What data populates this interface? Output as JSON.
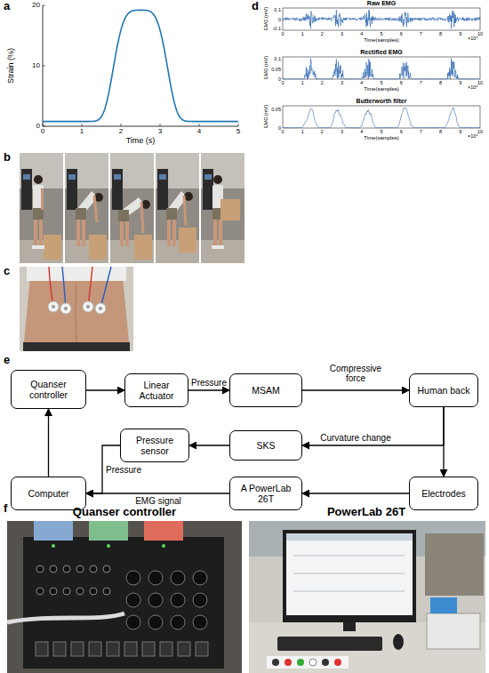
{
  "diagram": {
    "nodes": [
      {
        "text": [
          "Quanser controller"
        ]
      },
      {
        "text": [
          "Linear Actuator"
        ]
      },
      {
        "text": [
          "MSAM"
        ]
      },
      {
        "text": [
          "Human back"
        ]
      },
      {
        "text": [
          "Pressure sensor"
        ]
      },
      {
        "text": [
          "SKS"
        ]
      },
      {
        "text": [
          "Computer"
        ]
      },
      {
        "text": [
          "A PowerLab 26T"
        ]
      },
      {
        "text": [
          "Electrodes"
        ]
      }
    ],
    "edges": [
      {
        "from": 0,
        "to": 1,
        "arrow": "to"
      },
      {
        "from": 1,
        "to": 2,
        "label": "Pressure",
        "arrow": "to"
      },
      {
        "from": 2,
        "to": 3,
        "label": "Compressive force",
        "arrow": "to"
      },
      {
        "from": 3,
        "to": 8,
        "arrow": "to"
      },
      {
        "from": 3,
        "to": 5,
        "label": "Curvature change",
        "arrow": "to"
      },
      {
        "from": 5,
        "to": 4,
        "arrow": "to"
      },
      {
        "from": 4,
        "to": 6,
        "label": "Pressure",
        "arrow": "to"
      },
      {
        "from": 8,
        "to": 7,
        "arrow": "to"
      },
      {
        "from": 7,
        "to": 6,
        "label": "EMG signal",
        "arrow": "to"
      },
      {
        "from": 6,
        "to": 0,
        "arrow": "to"
      }
    ],
    "labels": [
      "a",
      "b",
      "c",
      "d",
      "e",
      "f",
      "Strain (%)",
      "Time (s)",
      "0",
      "10",
      "20",
      "0",
      "1",
      "2",
      "3",
      "4",
      "5",
      "Raw EMG",
      "EMG (mV)",
      "Time(samples)",
      "×10⁴",
      "0.1",
      "0",
      "-0.1",
      "0",
      "1",
      "2",
      "3",
      "4",
      "5",
      "6",
      "7",
      "8",
      "9",
      "10",
      "Rectified EMG",
      "EMG (mV)",
      "Time(samples)",
      "×10⁴",
      "0.1",
      "0.05",
      "0",
      "0",
      "1",
      "2",
      "3",
      "4",
      "5",
      "6",
      "7",
      "8",
      "9",
      "10",
      "Butterworth filter",
      "EMG (mV)",
      "Time(samples)",
      "×10⁴",
      "0.05",
      "0",
      "0",
      "1",
      "2",
      "3",
      "4",
      "5",
      "6",
      "7",
      "8",
      "9",
      "10",
      "Quanser controller",
      "PowerLab 26T"
    ]
  }
}
